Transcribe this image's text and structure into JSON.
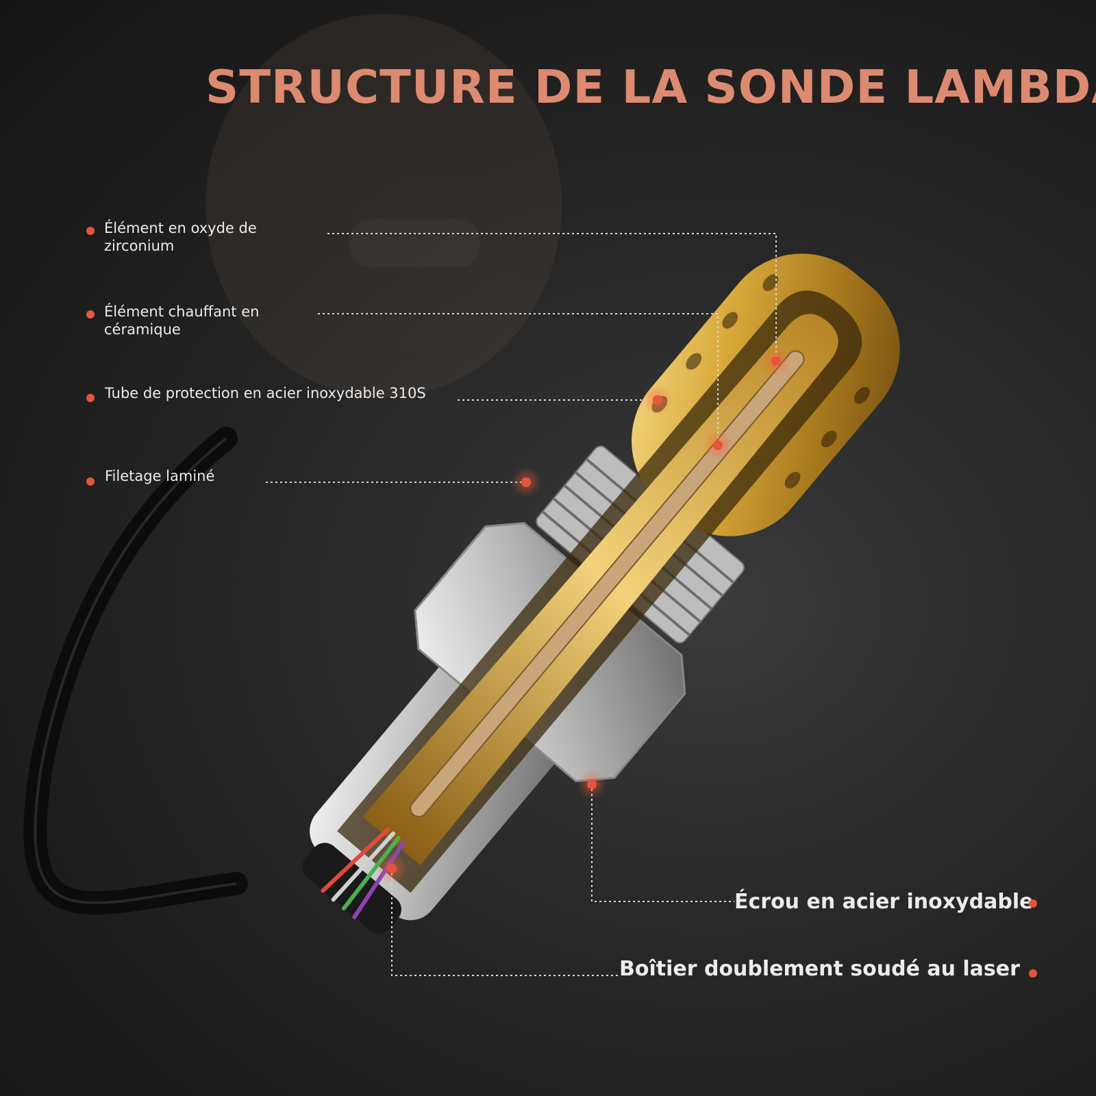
{
  "title": "STRUCTURE DE LA SONDE LAMBDA",
  "labels": [
    {
      "text": "Élément en oxyde de zirconium"
    },
    {
      "text": "Élément chauffant en céramique"
    },
    {
      "text": "Tube de protection en acier inoxydable 310S"
    },
    {
      "text": "Filetage laminé"
    },
    {
      "text": "Écrou en acier inoxydable"
    },
    {
      "text": "Boîtier doublement soudé au laser"
    }
  ],
  "colors": {
    "title": "#dc8a70",
    "marker": "#e5553d",
    "gold": "#d9a93a",
    "steel": "#c8c8c8",
    "background": "#222222"
  }
}
